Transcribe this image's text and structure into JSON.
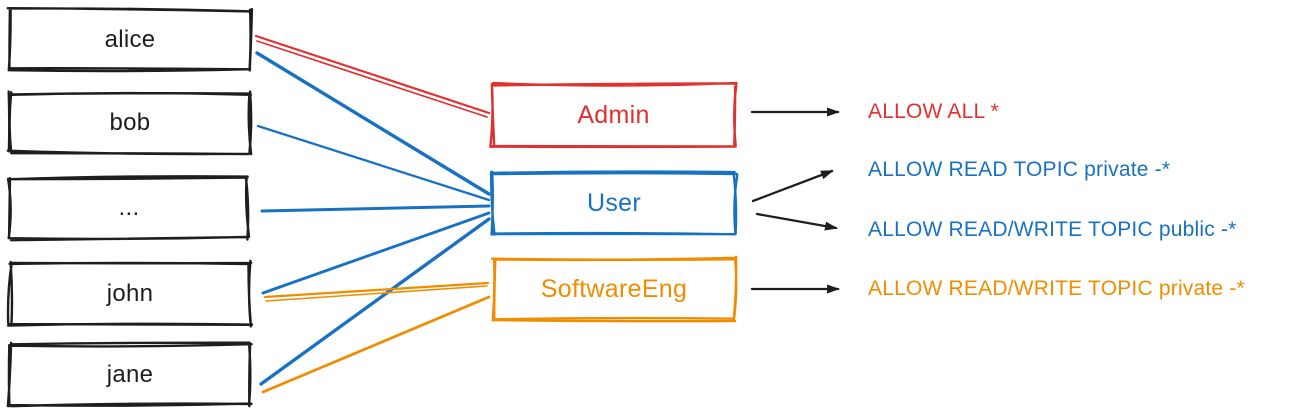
{
  "diagram": {
    "users": [
      {
        "id": "alice",
        "label": "alice"
      },
      {
        "id": "bob",
        "label": "bob"
      },
      {
        "id": "dots",
        "label": "..."
      },
      {
        "id": "john",
        "label": "john"
      },
      {
        "id": "jane",
        "label": "jane"
      }
    ],
    "roles": [
      {
        "id": "admin",
        "label": "Admin",
        "color": "#e03131"
      },
      {
        "id": "user",
        "label": "User",
        "color": "#1971c2"
      },
      {
        "id": "softwareeng",
        "label": "SoftwareEng",
        "color": "#f08c00"
      }
    ],
    "permissions": [
      {
        "id": "allow-all",
        "label": "ALLOW ALL *",
        "color": "#e03131"
      },
      {
        "id": "allow-read-private",
        "label": "ALLOW READ TOPIC private -*",
        "color": "#1971c2"
      },
      {
        "id": "allow-readwrite-public",
        "label": "ALLOW READ/WRITE TOPIC public -*",
        "color": "#1971c2"
      },
      {
        "id": "allow-readwrite-private",
        "label": "ALLOW READ/WRITE TOPIC private -*",
        "color": "#f08c00"
      }
    ],
    "memberships": [
      {
        "from": "alice",
        "to": "Admin",
        "color": "red"
      },
      {
        "from": "alice",
        "to": "User",
        "color": "blue"
      },
      {
        "from": "bob",
        "to": "User",
        "color": "blue"
      },
      {
        "from": "...",
        "to": "User",
        "color": "blue"
      },
      {
        "from": "john",
        "to": "User",
        "color": "blue"
      },
      {
        "from": "john",
        "to": "SoftwareEng",
        "color": "orange"
      },
      {
        "from": "jane",
        "to": "User",
        "color": "blue"
      },
      {
        "from": "jane",
        "to": "SoftwareEng",
        "color": "orange"
      }
    ],
    "grants": [
      {
        "role": "Admin",
        "permission": "ALLOW ALL *"
      },
      {
        "role": "User",
        "permission": "ALLOW READ TOPIC private -*"
      },
      {
        "role": "User",
        "permission": "ALLOW READ/WRITE TOPIC public -*"
      },
      {
        "role": "SoftwareEng",
        "permission": "ALLOW READ/WRITE TOPIC private -*"
      }
    ],
    "colors": {
      "red": "#e03131",
      "blue": "#1971c2",
      "orange": "#f08c00",
      "black": "#1e1e1e"
    }
  }
}
